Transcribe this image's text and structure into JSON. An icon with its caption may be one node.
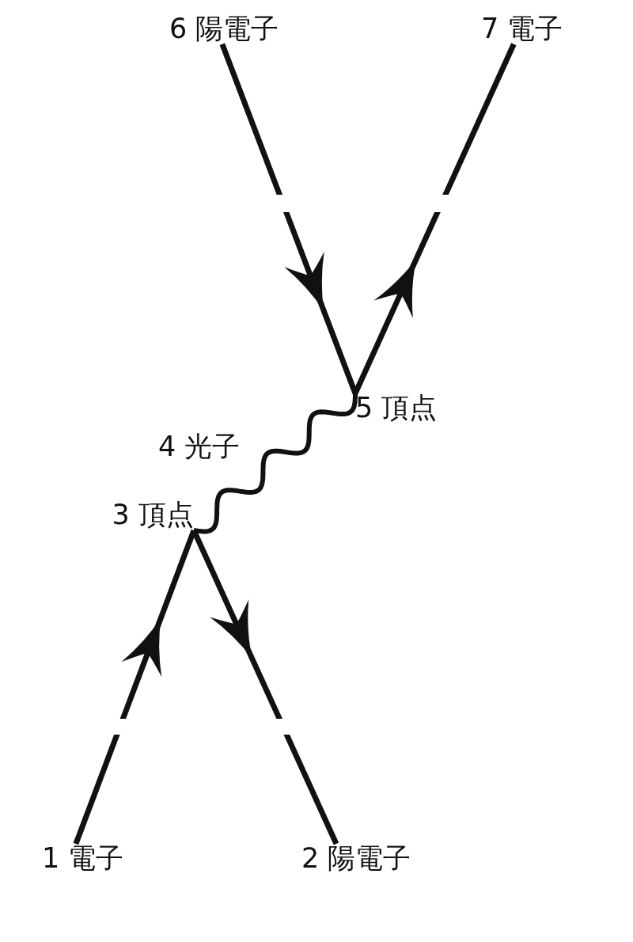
{
  "diagram": {
    "nodes": [
      {
        "text": [
          "6 陽電子"
        ]
      },
      {
        "text": [
          "7 電子"
        ]
      },
      {
        "text": [
          "5 頂点"
        ]
      },
      {
        "text": [
          "3 頂点"
        ]
      },
      {
        "text": [
          "1 電子"
        ]
      },
      {
        "text": [
          "2 陽電子"
        ]
      }
    ],
    "edges": [
      {
        "from": 0,
        "to": 2,
        "arrow": "to"
      },
      {
        "from": 2,
        "to": 1,
        "arrow": "to"
      },
      {
        "from": 3,
        "to": 2,
        "arrow": "none",
        "label": "4 光子"
      },
      {
        "from": 4,
        "to": 3,
        "arrow": "to"
      },
      {
        "from": 3,
        "to": 5,
        "arrow": "to"
      }
    ]
  }
}
